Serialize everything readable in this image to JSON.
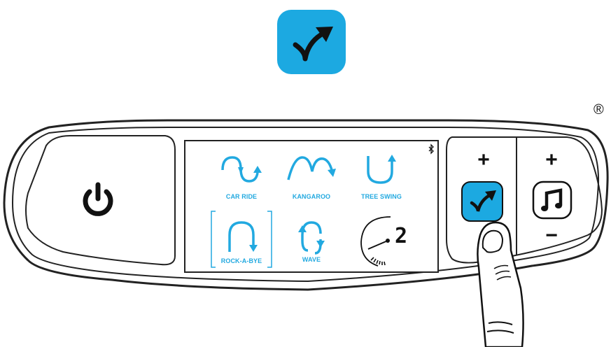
{
  "top_icon": {
    "name": "next-motion-icon",
    "color": "#1ca9e1"
  },
  "registered_mark": "®",
  "panel": {
    "power_button": {
      "icon": "power-icon"
    },
    "screen": {
      "bluetooth_icon": "bluetooth-icon",
      "motions": [
        {
          "label": "CAR RIDE",
          "icon": "car-ride-icon"
        },
        {
          "label": "KANGAROO",
          "icon": "kangaroo-icon"
        },
        {
          "label": "TREE SWING",
          "icon": "tree-swing-icon"
        },
        {
          "label": "ROCK-A-BYE",
          "icon": "rock-a-bye-icon",
          "selected": true
        },
        {
          "label": "WAVE",
          "icon": "wave-icon"
        }
      ],
      "speed_value": "2",
      "accent_color": "#22a9e0"
    },
    "motion_control": {
      "plus": "+",
      "icon": "next-motion-icon"
    },
    "sound_control": {
      "plus": "+",
      "minus": "−",
      "icon": "music-note-icon"
    }
  }
}
